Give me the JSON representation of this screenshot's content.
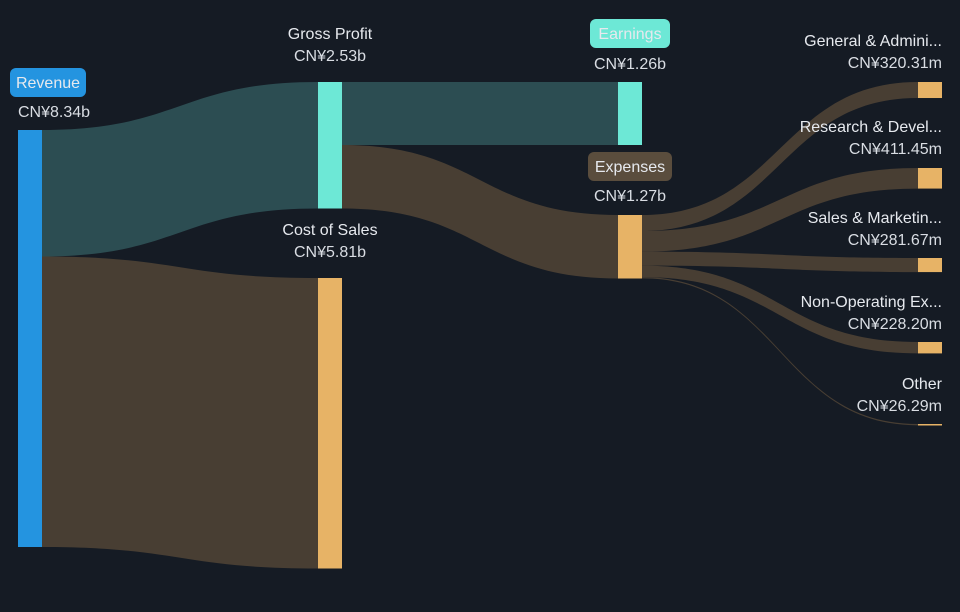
{
  "chart_data": {
    "type": "sankey",
    "currency": "CN¥",
    "nodes": [
      {
        "id": "revenue",
        "label": "Revenue",
        "value_label": "CN¥8.34b",
        "value": 8.34,
        "unit": "b",
        "style": "pill",
        "color": "#2494e0",
        "text_color": "#ffffff"
      },
      {
        "id": "gross_profit",
        "label": "Gross Profit",
        "value_label": "CN¥2.53b",
        "value": 2.53,
        "unit": "b",
        "style": "plain",
        "color": "#6de8d6"
      },
      {
        "id": "cost_of_sales",
        "label": "Cost of Sales",
        "value_label": "CN¥5.81b",
        "value": 5.81,
        "unit": "b",
        "style": "plain",
        "color": "#e7b366"
      },
      {
        "id": "earnings",
        "label": "Earnings",
        "value_label": "CN¥1.26b",
        "value": 1.26,
        "unit": "b",
        "style": "pill",
        "color": "#6de8d6",
        "text_color": "#1a2a2a"
      },
      {
        "id": "expenses",
        "label": "Expenses",
        "value_label": "CN¥1.27b",
        "value": 1.27,
        "unit": "b",
        "style": "pill",
        "color": "#e7b366",
        "pill_color": "#5a4d3d",
        "text_color": "#f1ede6"
      },
      {
        "id": "ga",
        "label": "General & Admini...",
        "value_label": "CN¥320.31m",
        "value": 320.31,
        "unit": "m",
        "style": "plain",
        "color": "#e7b366"
      },
      {
        "id": "rd",
        "label": "Research & Devel...",
        "value_label": "CN¥411.45m",
        "value": 411.45,
        "unit": "m",
        "style": "plain",
        "color": "#e7b366"
      },
      {
        "id": "sm",
        "label": "Sales & Marketin...",
        "value_label": "CN¥281.67m",
        "value": 281.67,
        "unit": "m",
        "style": "plain",
        "color": "#e7b366"
      },
      {
        "id": "nonop",
        "label": "Non-Operating Ex...",
        "value_label": "CN¥228.20m",
        "value": 228.2,
        "unit": "m",
        "style": "plain",
        "color": "#e7b366"
      },
      {
        "id": "other",
        "label": "Other",
        "value_label": "CN¥26.29m",
        "value": 26.29,
        "unit": "m",
        "style": "plain",
        "color": "#e7b366"
      }
    ],
    "links": [
      {
        "source": "revenue",
        "target": "gross_profit",
        "value": 2.53,
        "color": "#2c4d52"
      },
      {
        "source": "revenue",
        "target": "cost_of_sales",
        "value": 5.81,
        "color": "#483e33"
      },
      {
        "source": "gross_profit",
        "target": "earnings",
        "value": 1.26,
        "color": "#2c4d52"
      },
      {
        "source": "gross_profit",
        "target": "expenses",
        "value": 1.27,
        "color": "#483e33"
      },
      {
        "source": "expenses",
        "target": "ga",
        "value": 0.32031,
        "color": "#483e33"
      },
      {
        "source": "expenses",
        "target": "rd",
        "value": 0.41145,
        "color": "#483e33"
      },
      {
        "source": "expenses",
        "target": "sm",
        "value": 0.28167,
        "color": "#483e33"
      },
      {
        "source": "expenses",
        "target": "nonop",
        "value": 0.2282,
        "color": "#483e33"
      },
      {
        "source": "expenses",
        "target": "other",
        "value": 0.02629,
        "color": "#483e33"
      }
    ]
  },
  "colors": {
    "background": "#151b24",
    "profit": "#6de8d6",
    "cost": "#e7b366",
    "revenue": "#2494e0",
    "profit_flow": "#2c4d52",
    "cost_flow": "#483e33"
  }
}
